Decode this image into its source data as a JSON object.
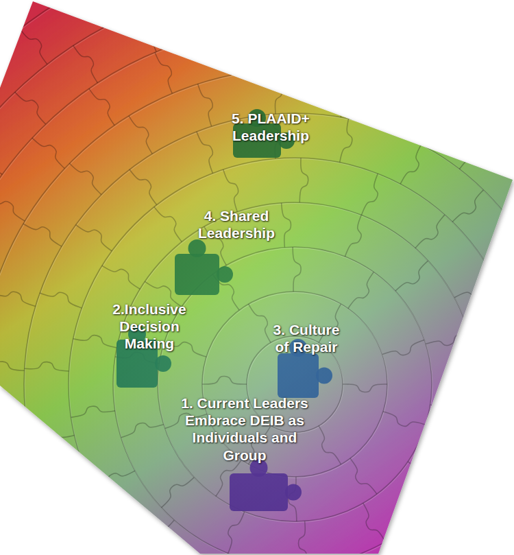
{
  "diagram": {
    "labels": [
      "5. PLAAID+ Leadership",
      "4. Shared Leadership",
      "2.Inclusive Decision Making",
      "3. Culture of Repair",
      "1. Current Leaders Embrace DEIB as Individuals and Group"
    ]
  }
}
